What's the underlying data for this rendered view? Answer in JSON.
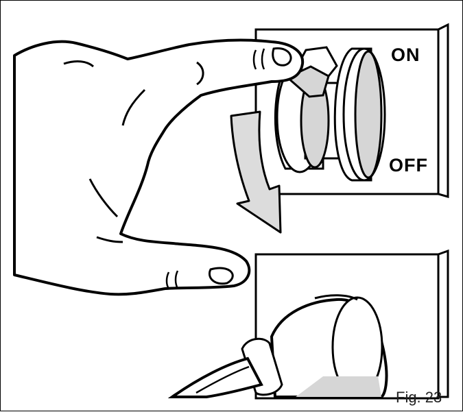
{
  "switch_labels": {
    "on": "ON",
    "off": "OFF"
  },
  "figure_caption": "Fig. 23",
  "colors": {
    "line": "#000000",
    "fill": "#ffffff",
    "shade": "#d6d6d6",
    "arrow": "#dcdcdc"
  }
}
